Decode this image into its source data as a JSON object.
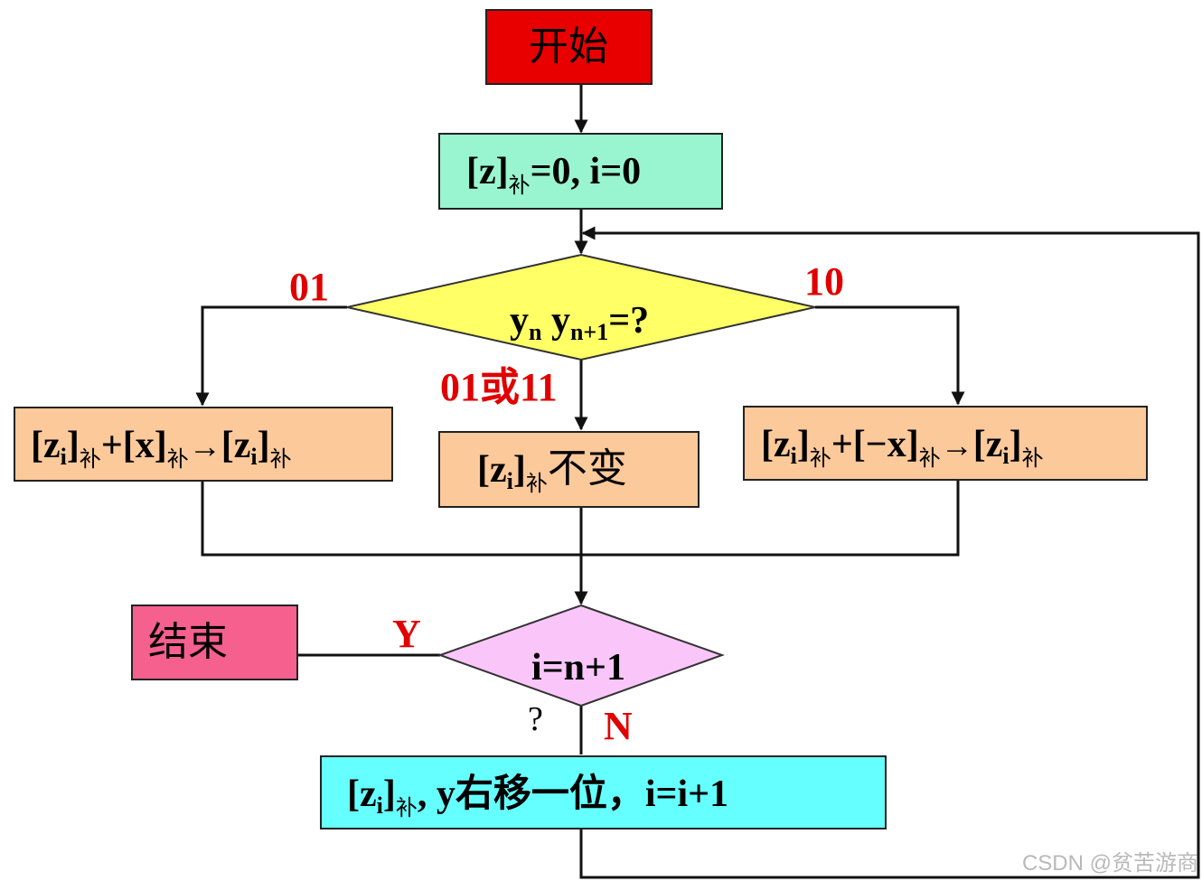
{
  "nodes": {
    "start": {
      "label": "开始",
      "color": "#e80000"
    },
    "init": {
      "part1": "[z]",
      "sub": "补",
      "part2": "=0,  i=0",
      "color": "#99f5cf"
    },
    "decision1": {
      "y": "y",
      "n_sub": "n",
      "y2": " y",
      "n1_sub": "n+1",
      "tail": "=?",
      "color": "#ffff66"
    },
    "op_add_x": {
      "a": "[z",
      "a_sub": "i",
      "b": "]",
      "c_sub": "补",
      "d": "+[x]",
      "e_sub": "补",
      "arrow": "→",
      "f": "[z",
      "f_sub": "i",
      "g": "]",
      "h_sub": "补",
      "color": "#fcc99a"
    },
    "op_unchanged": {
      "a": "[z",
      "a_sub": "i",
      "b": "]",
      "c_sub": "补",
      "d": "不变",
      "color": "#fcc99a"
    },
    "op_add_neg_x": {
      "a": "[z",
      "a_sub": "i",
      "b": "]",
      "c_sub": "补",
      "d": "+[−x]",
      "e_sub": "补",
      "arrow": "→",
      "f": "[z",
      "f_sub": "i",
      "g": "]",
      "h_sub": "补",
      "color": "#fcc99a"
    },
    "end": {
      "label": "结束",
      "color": "#f5608f"
    },
    "decision2": {
      "label": "i=n+1",
      "color": "#fac6fa"
    },
    "shift": {
      "a": "[z",
      "a_sub": "i",
      "b": "]",
      "c_sub": "补",
      "d": ", y右移一位，i=i+1",
      "color": "#66ffff"
    }
  },
  "edge_labels": {
    "left_branch": "01",
    "right_branch": "10",
    "middle_branch": "01或11",
    "yes": "Y",
    "no": "N",
    "question": "?"
  },
  "watermark": "CSDN @贫苦游商"
}
